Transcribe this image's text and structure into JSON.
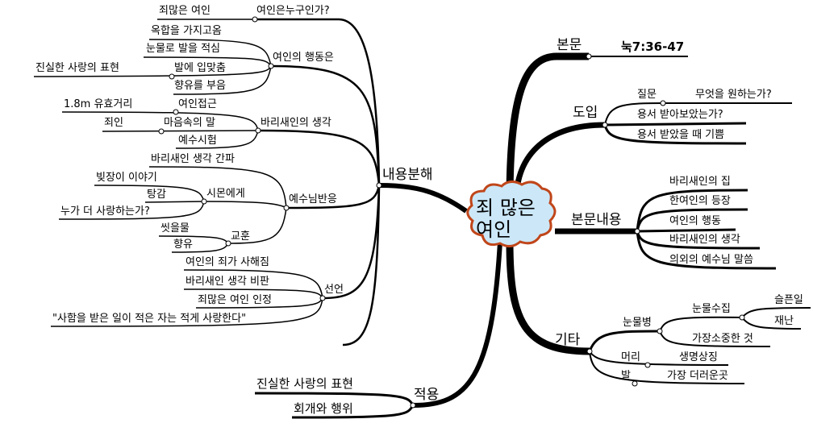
{
  "center": {
    "line1": "죄 많은",
    "line2": "여인"
  },
  "right": {
    "text": {
      "label": "본문",
      "ref": "눅7:36-47"
    },
    "intro": {
      "label": "도입",
      "question": "질문",
      "question_detail": "무엇을 원하는가?",
      "items": [
        "용서 받아보았는가?",
        "용서 받았을 때 기쁨"
      ]
    },
    "content": {
      "label": "본문내용",
      "items": [
        "바리새인의 집",
        "한여인의 등장",
        "여인의 행동",
        "바리새인의 생각",
        "의외의 예수님 말씀"
      ]
    },
    "etc": {
      "label": "기타",
      "bottle": "눈물병",
      "collect": "눈물수집",
      "sad": "슬픈일",
      "disaster": "재난",
      "precious": "가장소중한 것",
      "hair": "머리",
      "life": "생명상징",
      "foot": "발",
      "dirty": "가장 더러운곳"
    }
  },
  "left": {
    "analysis": {
      "label": "내용분해"
    },
    "who": {
      "label": "여인은누구인가?",
      "answer": "죄많은 여인"
    },
    "actions": {
      "label": "여인의 행동은",
      "items": [
        "옥합을 가지고옴",
        "눈물로 발을 적심",
        "발에 입맞춤",
        "향유를 부음"
      ],
      "kiss_note": "진실한 사랑의 표현"
    },
    "pharisee": {
      "label": "바리새인의 생각",
      "approach": "여인접근",
      "approach_note": "1.8m 유효거리",
      "inner": "마음속의 말",
      "inner_note": "죄인",
      "test": "예수시험"
    },
    "jesus": {
      "label": "예수님반응",
      "insight": "바리새인 생각 간파",
      "simon": "시몬에게",
      "simon_items": [
        "빚장이 이야기",
        "탕감",
        "누가 더 사랑하는가?"
      ],
      "lesson": "교훈",
      "lesson_items": [
        "씻을물",
        "향유"
      ]
    },
    "declare": {
      "label": "선언",
      "items": [
        "여인의 죄가 사해짐",
        "바리새인 생각 비판",
        "죄많은 여인 인정",
        "\"사함을 받은 일이 적은 자는 적게 사랑한다\""
      ]
    },
    "apply": {
      "label": "적용",
      "items": [
        "진실한 사랑의 표현",
        "회개와 행위"
      ]
    }
  },
  "colors": {
    "cloud_fill": "#cce8f8",
    "cloud_border": "#c0461a",
    "line": "#000000"
  }
}
